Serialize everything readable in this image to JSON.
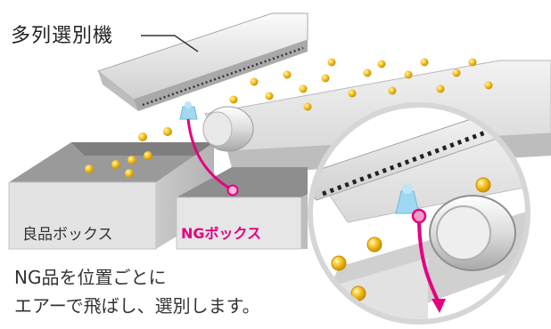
{
  "labels": {
    "machine": "多列選別機",
    "good_box": "良品ボックス",
    "ng_box": "NGボックス",
    "description_line1": "NG品を位置ごとに",
    "description_line2": "エアーで飛ばし、選別します。"
  },
  "colors": {
    "ng_accent": "#e4007f",
    "item": "#f2b90f",
    "nozzle": "#9fd8f0"
  },
  "icons": [
    "air-nozzle-icon",
    "ejected-item-icon",
    "arrow-icon"
  ]
}
